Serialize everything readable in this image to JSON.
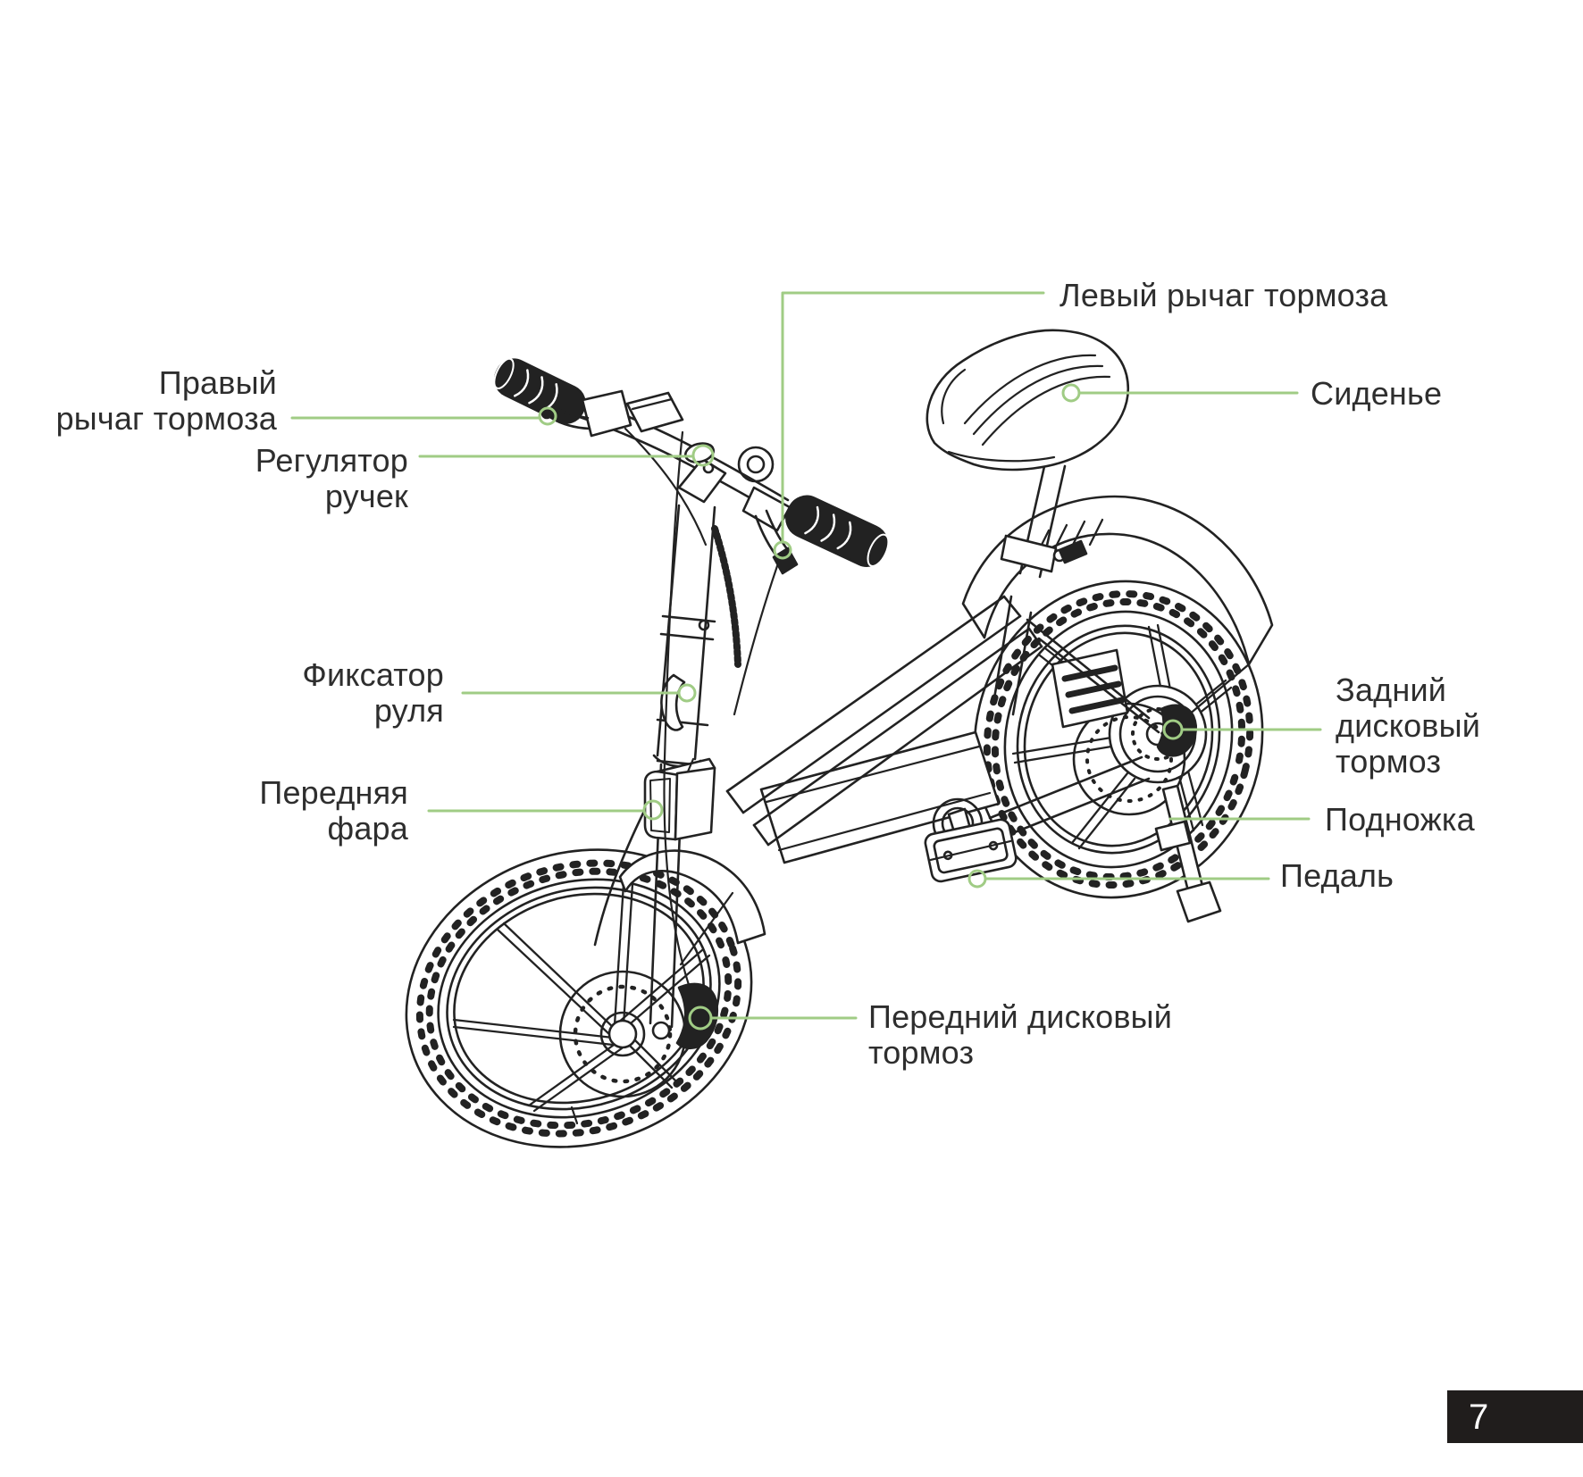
{
  "page": {
    "number": "7"
  },
  "colors": {
    "leader_green": "#a0cc85",
    "ink": "#222222",
    "label_text": "#2e2e2e",
    "page_box_background": "#201d1c",
    "page_number_color": "#ffffff"
  },
  "diagram": {
    "subject": "electric-bicycle-parts",
    "labels": {
      "left_brake_lever": {
        "text": "Левый рычаг тормоза"
      },
      "seat": {
        "text": "Сиденье"
      },
      "right_brake_lever": {
        "line1": "Правый",
        "line2": "рычаг тормоза"
      },
      "grip_adjuster": {
        "line1": "Регулятор",
        "line2": "ручек"
      },
      "handlebar_lock": {
        "line1": "Фиксатор",
        "line2": "руля"
      },
      "front_light": {
        "line1": "Передняя",
        "line2": "фара"
      },
      "rear_disc_brake": {
        "line1": "Задний",
        "line2": "дисковый",
        "line3": "тормоз"
      },
      "kickstand": {
        "text": "Подножка"
      },
      "pedal": {
        "text": "Педаль"
      },
      "front_disc_brake": {
        "line1": "Передний дисковый",
        "line2": "тормоз"
      }
    }
  }
}
